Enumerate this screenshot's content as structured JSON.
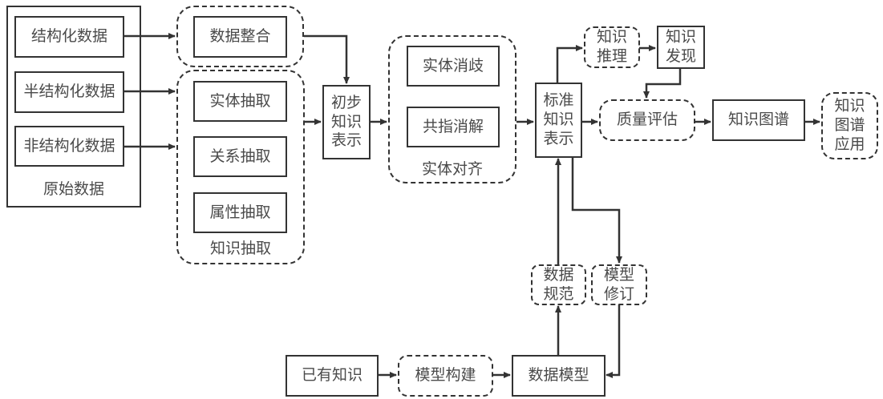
{
  "diagram": {
    "groups": {
      "raw_data": {
        "label": "原始数据",
        "items": [
          "结构化数据",
          "半结构化数据",
          "非结构化数据"
        ]
      },
      "data_integration": {
        "items": [
          "数据整合"
        ]
      },
      "knowledge_extraction": {
        "label": "知识抽取",
        "items": [
          "实体抽取",
          "关系抽取",
          "属性抽取"
        ]
      },
      "entity_alignment": {
        "label": "实体对齐",
        "items": [
          "实体消歧",
          "共指消解"
        ]
      }
    },
    "nodes": {
      "preliminary_representation": "初步\n知识\n表示",
      "standard_representation": "标准\n知识\n表示",
      "knowledge_reasoning": "知识\n推理",
      "knowledge_discovery": "知识\n发现",
      "quality_assessment": "质量评估",
      "knowledge_graph": "知识图谱",
      "kg_application": "知识\n图谱\n应用",
      "data_specification": "数据\n规范",
      "model_revision": "模型\n修订",
      "existing_knowledge": "已有知识",
      "model_building": "模型构建",
      "data_model": "数据模型"
    },
    "edges": [
      {
        "from": "结构化数据",
        "to": "数据整合"
      },
      {
        "from": "半结构化数据",
        "to": "知识抽取"
      },
      {
        "from": "非结构化数据",
        "to": "知识抽取"
      },
      {
        "from": "数据整合",
        "to": "初步知识表示"
      },
      {
        "from": "知识抽取",
        "to": "初步知识表示"
      },
      {
        "from": "初步知识表示",
        "to": "实体对齐"
      },
      {
        "from": "实体对齐",
        "to": "标准知识表示"
      },
      {
        "from": "标准知识表示",
        "to": "知识推理"
      },
      {
        "from": "知识推理",
        "to": "知识发现"
      },
      {
        "from": "知识发现",
        "to": "质量评估"
      },
      {
        "from": "标准知识表示",
        "to": "质量评估"
      },
      {
        "from": "质量评估",
        "to": "知识图谱"
      },
      {
        "from": "知识图谱",
        "to": "知识图谱应用"
      },
      {
        "from": "标准知识表示",
        "to": "模型修订"
      },
      {
        "from": "模型修订",
        "to": "数据模型"
      },
      {
        "from": "数据模型",
        "to": "数据规范"
      },
      {
        "from": "数据规范",
        "to": "标准知识表示"
      },
      {
        "from": "已有知识",
        "to": "模型构建"
      },
      {
        "from": "模型构建",
        "to": "数据模型"
      }
    ]
  }
}
